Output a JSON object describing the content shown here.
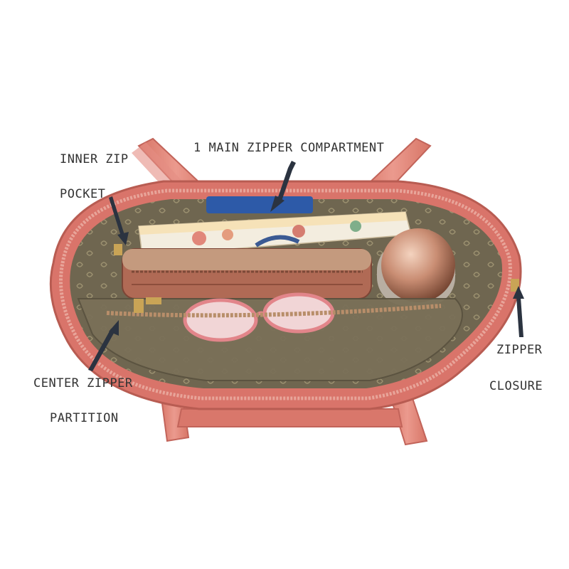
{
  "labels": {
    "main_compartment": "1 MAIN ZIPPER COMPARTMENT",
    "inner_pocket_line1": "INNER ZIP",
    "inner_pocket_line2": "POCKET",
    "center_partition_line1": "CENTER ZIPPER",
    "center_partition_line2": "PARTITION",
    "closure_line1": "ZIPPER",
    "closure_line2": "CLOSURE"
  },
  "colors": {
    "bag_exterior": "#d9746a",
    "bag_handle": "#e08a7f",
    "bag_lining": "#6b6149",
    "lining_light": "#8a7f64",
    "pouch": "#b06a55",
    "pouch_top": "#c49a7e",
    "bottle": "#c98d73",
    "arrow": "#2b3340",
    "label_text": "#333333"
  }
}
